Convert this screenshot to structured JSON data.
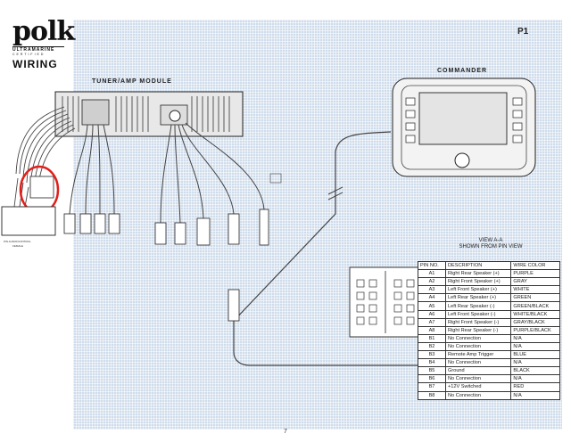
{
  "brand": {
    "name": "polk",
    "line1": "ULTRAMARINE",
    "line2": "CERTIFIED"
  },
  "section_title": "WIRING",
  "page_ref": "P1",
  "labels": {
    "tuner": "TUNER/AMP MODULE",
    "commander": "COMMANDER",
    "view_line1": "VIEW A-A",
    "view_line2": "SHOWN FROM PIN VIEW"
  },
  "table": {
    "headers": [
      "PIN NO.",
      "DESCRIPTION",
      "WIRE COLOR"
    ],
    "rows": [
      [
        "A1",
        "Right Rear Speaker (+)",
        "PURPLE"
      ],
      [
        "A2",
        "Right Front Speaker (+)",
        "GRAY"
      ],
      [
        "A3",
        "Left Front Speaker (+)",
        "WHITE"
      ],
      [
        "A4",
        "Left Rear Speaker (+)",
        "GREEN"
      ],
      [
        "A5",
        "Left Rear Speaker (-)",
        "GREEN/BLACK"
      ],
      [
        "A6",
        "Left Front Speaker (-)",
        "WHITE/BLACK"
      ],
      [
        "A7",
        "Right Front Speaker (-)",
        "GRAY/BLACK"
      ],
      [
        "A8",
        "Right Rear Speaker (-)",
        "PURPLE/BLACK"
      ],
      [
        "B1",
        "No Connection",
        "N/A"
      ],
      [
        "B2",
        "No Connection",
        "N/A"
      ],
      [
        "B3",
        "Remote Amp Trigger",
        "BLUE"
      ],
      [
        "B4",
        "No Connection",
        "N/A"
      ],
      [
        "B5",
        "Ground",
        "BLACK"
      ],
      [
        "B6",
        "No Connection",
        "N/A"
      ],
      [
        "B7",
        "+12V Switched",
        "RED"
      ],
      [
        "B8",
        "No Connection",
        "N/A"
      ]
    ]
  },
  "page_number": "7",
  "colors": {
    "highlight": "#e0201c",
    "panel": "#cfdcec",
    "line": "#333333"
  }
}
